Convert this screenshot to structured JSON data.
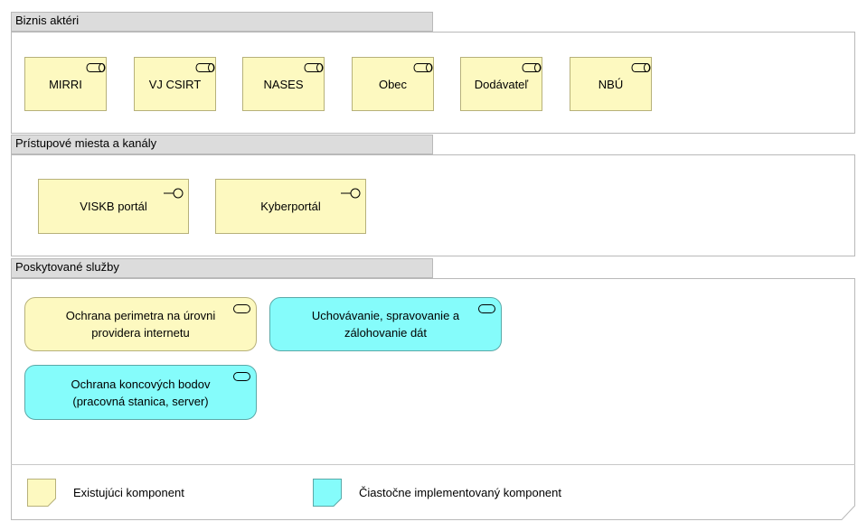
{
  "groups": {
    "actors": {
      "title": "Biznis aktéri"
    },
    "channels": {
      "title": "Prístupové miesta a kanály"
    },
    "services": {
      "title": "Poskytované služby"
    }
  },
  "actors": [
    {
      "label": "MIRRI"
    },
    {
      "label": "VJ CSIRT"
    },
    {
      "label": "NASES"
    },
    {
      "label": "Obec"
    },
    {
      "label": "Dodávateľ"
    },
    {
      "label": "NBÚ"
    }
  ],
  "interfaces": [
    {
      "label": "VISKB portál"
    },
    {
      "label": "Kyberportál"
    }
  ],
  "services": [
    {
      "label": "Ochrana perimetra na úrovni providera internetu",
      "status": "existing"
    },
    {
      "label": "Uchovávanie, spravovanie a zálohovanie dát",
      "status": "partial"
    },
    {
      "label": "Ochrana koncových bodov (pracovná stanica, server)",
      "status": "partial"
    }
  ],
  "legend": {
    "existing": {
      "label": "Existujúci komponent",
      "color": "#fdf9c0"
    },
    "partial": {
      "label": "Čiastočne implementovaný komponent",
      "color": "#85fcfb"
    }
  },
  "colors": {
    "yellow": "#fdf9c0",
    "cyan": "#85fcfb",
    "group_header": "#dcdcdc"
  },
  "icons": {
    "actor": "role-icon",
    "interface": "interface-icon",
    "service": "service-icon"
  }
}
